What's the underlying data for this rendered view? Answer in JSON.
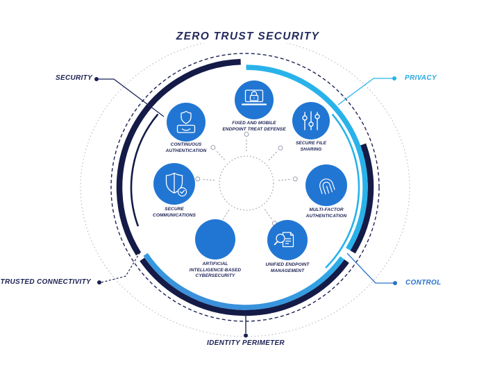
{
  "title": "ZERO TRUST SECURITY",
  "colors": {
    "navy": "#141b47",
    "navy_text": "#1b2153",
    "cyan": "#29b2ea",
    "blue": "#2a72c8",
    "node_blue": "#2276d3",
    "dotted_gray": "#b4b8c0"
  },
  "outer_labels": {
    "security": "SECURITY",
    "privacy": "PRIVACY",
    "control": "CONTROL",
    "trusted_connectivity": "TRUSTED CONNECTIVITY",
    "identity_perimeter": "IDENTITY PERIMETER"
  },
  "nodes": {
    "continuous_authentication": {
      "icon": "user-authentication-icon",
      "lines": [
        "CONTINUOUS",
        "AUTHENTICATION"
      ]
    },
    "endpoint_defense": {
      "icon": "laptop-lock-icon",
      "lines": [
        "FIXED AND MOBILE",
        "ENDPOINT TREAT DEFENSE"
      ]
    },
    "secure_file_sharing": {
      "icon": "sliders-icon",
      "lines": [
        "SECURE FILE",
        "SHARING"
      ]
    },
    "secure_communications": {
      "icon": "shield-check-icon",
      "lines": [
        "SECURE",
        "COMMUNICATIONS"
      ]
    },
    "multi_factor_authentication": {
      "icon": "fingerprint-icon",
      "lines": [
        "MULTI-FACTOR",
        "AUTHENTICATION"
      ]
    },
    "ai_cybersecurity": {
      "icon": "none",
      "lines": [
        "ARTIFICIAL",
        "INTELLIGENCE-BASED",
        "CYBERSECURITY"
      ]
    },
    "unified_endpoint_management": {
      "icon": "document-search-icon",
      "lines": [
        "UNIFIED ENDPOINT",
        "MANAGEMENT"
      ]
    }
  }
}
